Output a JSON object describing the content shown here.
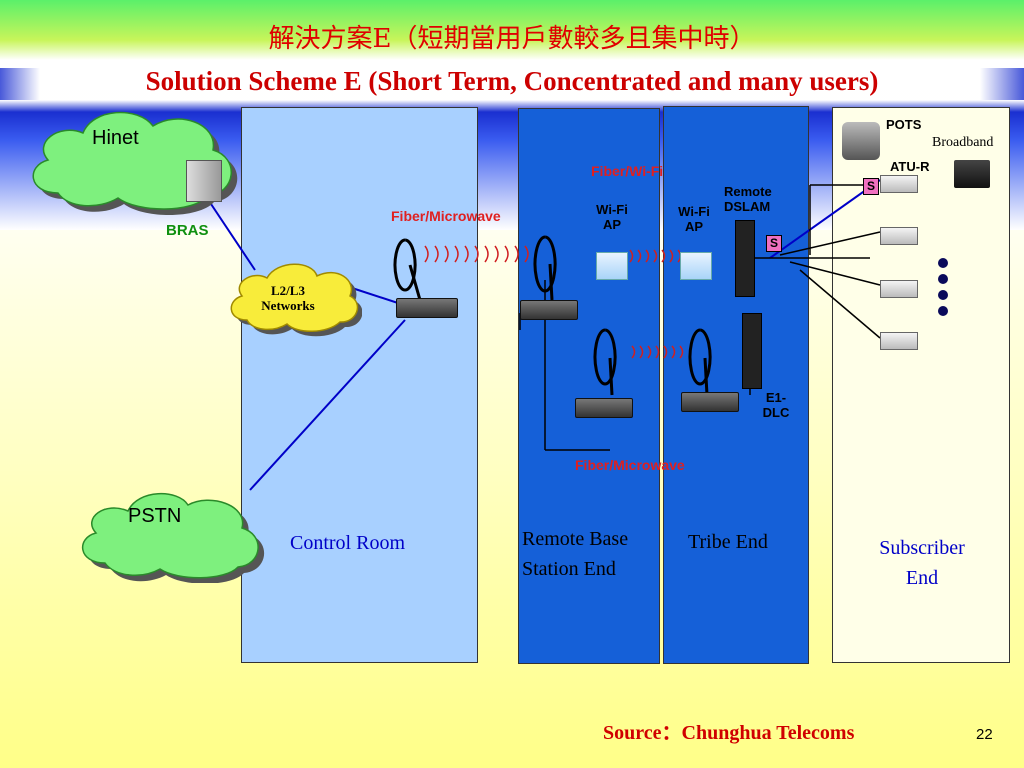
{
  "title_cn": "解決方案E（短期當用戶數較多且集中時）",
  "title_en": "Solution Scheme E (Short Term, Concentrated and many users)",
  "clouds": {
    "hinet": "Hinet",
    "network": "L2/L3 Networks",
    "pstn": "PSTN"
  },
  "labels": {
    "bras": "BRAS",
    "control_room": "Control Room",
    "remote_base": "Remote Base Station End",
    "tribe_end": "Tribe End",
    "subscriber": "Subscriber End",
    "fiber_microwave_top": "Fiber/Microwave",
    "fiber_wifi": "Fiber/Wi-Fi",
    "fiber_microwave_bottom": "Fiber/Microwave",
    "wifi_ap_1": "Wi-Fi AP",
    "wifi_ap_2": "Wi-Fi AP",
    "remote_dslam": "Remote DSLAM",
    "e1_dlc": "E1-DLC",
    "pots": "POTS",
    "broadband": "Broadband",
    "atu_r": "ATU-R",
    "splitter_1": "S",
    "splitter_2": "S"
  },
  "footer": {
    "source": "Source：Chunghua Telecoms",
    "page": "22"
  },
  "colors": {
    "title": "#e00000",
    "link": "#0000c8",
    "bras": "#109010",
    "panel_light": "#a8d0ff",
    "panel_dark": "#1560d8"
  }
}
